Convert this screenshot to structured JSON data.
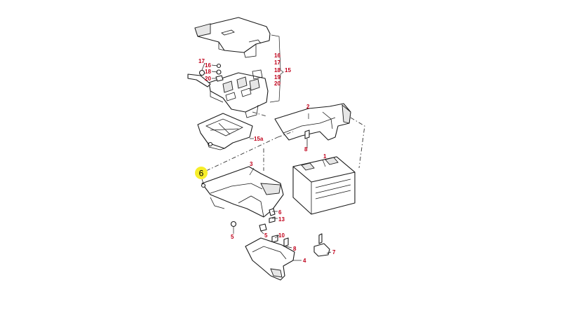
{
  "diagram": {
    "callout_color": "#c0001a",
    "highlight_color": "#f7ee2a",
    "highlight_label": "6",
    "callouts": {
      "c1": "1",
      "c2": "2",
      "c3": "3",
      "c4": "4",
      "c5a": "5",
      "c5b": "5",
      "c6": "6",
      "c7": "7",
      "c8a": "8",
      "c8b": "8",
      "c10": "10",
      "c13": "13",
      "c15": "15",
      "c15a": "15a",
      "c16a": "16",
      "c16b": "16",
      "c17a": "17",
      "c17b": "17",
      "c18a": "18",
      "c18b": "18",
      "c19": "19",
      "c20a": "20",
      "c20b": "20"
    }
  }
}
